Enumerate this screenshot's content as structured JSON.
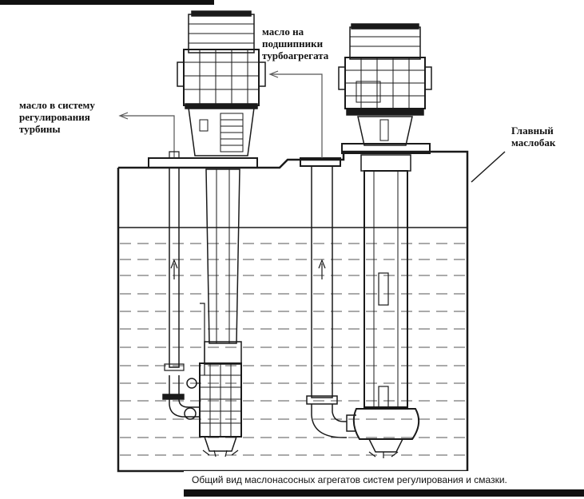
{
  "labels": {
    "turbine_regulation": [
      "масло в систему",
      "регулирования",
      "турбины"
    ],
    "bearings": [
      "масло на",
      "подшипники",
      "турбоагрегата"
    ],
    "main_tank": [
      "Главный",
      "маслобак"
    ]
  },
  "caption": "Общий вид маслонасосных агрегатов систем регулирования и смазки.",
  "colors": {
    "ink": "#1a1a1a",
    "background": "#ffffff",
    "oil_lines": "#555555"
  }
}
